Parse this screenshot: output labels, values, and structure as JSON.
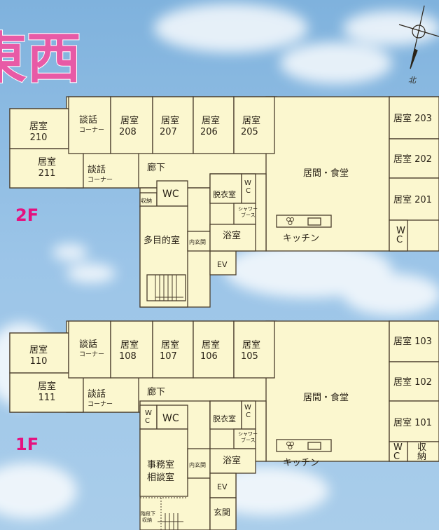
{
  "header": {
    "title_fragment": "東西"
  },
  "compass": {
    "north_label": "北"
  },
  "floors": [
    {
      "label": "2F",
      "rooms": {
        "r210": [
          "居室",
          "210"
        ],
        "r211": [
          "居室",
          "211"
        ],
        "lounge_top": [
          "談話",
          "コーナー"
        ],
        "lounge_bottom": [
          "談話",
          "コーナー"
        ],
        "r208": [
          "居室",
          "208"
        ],
        "r207": [
          "居室",
          "207"
        ],
        "r206": [
          "居室",
          "206"
        ],
        "r205": [
          "居室",
          "205"
        ],
        "corridor": "廊下",
        "living": "居間・食堂",
        "r203": "居室 203",
        "r202": "居室 202",
        "r201": "居室 201",
        "wc_right": [
          "W",
          "C"
        ],
        "storage_small": "収納",
        "wc": "WC",
        "changing": "脱衣室",
        "wc_small": [
          "W",
          "C"
        ],
        "shower": [
          "シャワー",
          "ブース"
        ],
        "bath": "浴室",
        "kitchen": "キッチン",
        "multi": "多目的室",
        "inner_entrance": "内玄関",
        "ev": "EV"
      }
    },
    {
      "label": "1F",
      "rooms": {
        "r110": [
          "居室",
          "110"
        ],
        "r111": [
          "居室",
          "111"
        ],
        "lounge_top": [
          "談話",
          "コーナー"
        ],
        "lounge_bottom": [
          "談話",
          "コーナー"
        ],
        "r108": [
          "居室",
          "108"
        ],
        "r107": [
          "居室",
          "107"
        ],
        "r106": [
          "居室",
          "106"
        ],
        "r105": [
          "居室",
          "105"
        ],
        "corridor": "廊下",
        "living": "居間・食堂",
        "r103": "居室 103",
        "r102": "居室 102",
        "r101": "居室 101",
        "wc_right": [
          "W",
          "C"
        ],
        "storage_right": [
          "収",
          "納"
        ],
        "wc_left": [
          "W",
          "C"
        ],
        "wc": "WC",
        "changing": "脱衣室",
        "wc_small": [
          "W",
          "C"
        ],
        "shower": [
          "シャワー",
          "ブース"
        ],
        "bath": "浴室",
        "kitchen": "キッチン",
        "office": [
          "事務室",
          "相談室"
        ],
        "inner_entrance": "内玄関",
        "ev": "EV",
        "entrance": "玄関",
        "under_stairs": [
          "階段下",
          "収納"
        ]
      }
    }
  ],
  "colors": {
    "room_fill": "#fbf7cf",
    "wall": "#4a3e2c",
    "floor_label": "#e5117f",
    "title": "#e85aa6",
    "sky_top": "#7fb2dd",
    "sky_bottom": "#a9cdea"
  }
}
